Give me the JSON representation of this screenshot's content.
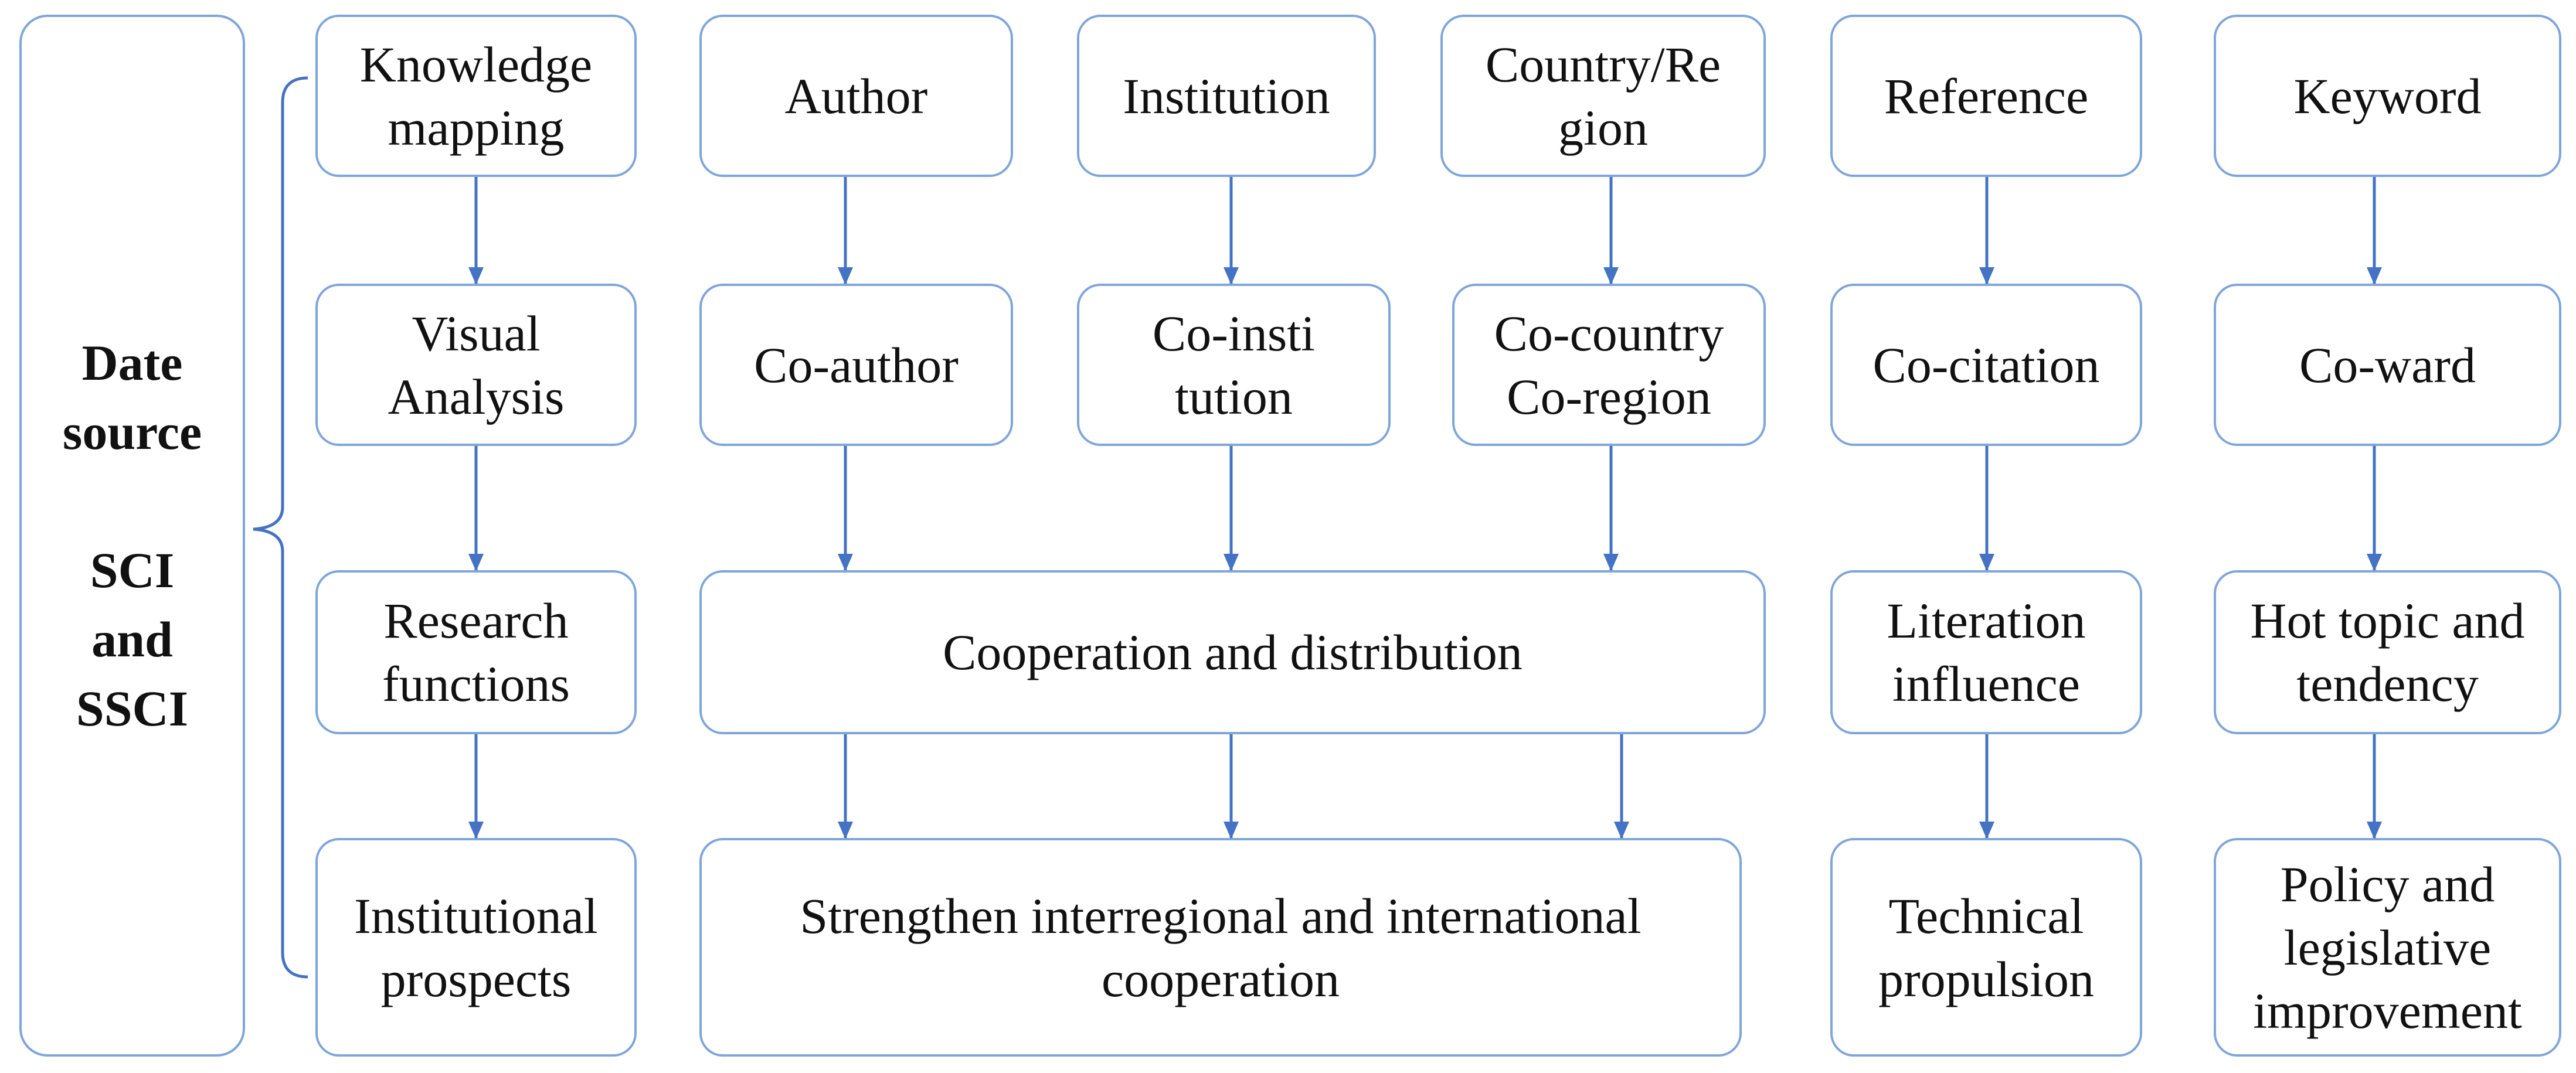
{
  "source": {
    "title_line1": "Date",
    "title_line2": "source",
    "db_line1": "SCI",
    "db_line2": "and",
    "db_line3": "SSCI"
  },
  "columns": {
    "knowledge": {
      "row1": "Knowledge mapping",
      "row2": "Visual Analysis",
      "row3": "Research functions",
      "row4": "Institutional prospects"
    },
    "author": {
      "row1": "Author",
      "row2": "Co-author"
    },
    "institution": {
      "row1": "Institution",
      "row2": "Co-institution"
    },
    "country": {
      "row1": "Country/Region",
      "row2": "Co-country Co-region"
    },
    "shared": {
      "row3": "Cooperation and distribution",
      "row4": "Strengthen interregional and international cooperation"
    },
    "reference": {
      "row1": "Reference",
      "row2": "Co-citation",
      "row3": "Literation influence",
      "row4": "Technical propulsion"
    },
    "keyword": {
      "row1": "Keyword",
      "row2": "Co-ward",
      "row3": "Hot topic and tendency",
      "row4": "Policy and legislative improvement"
    }
  },
  "colors": {
    "box_border": "#7fa6d8",
    "arrow": "#4472c4",
    "text": "#111111"
  }
}
